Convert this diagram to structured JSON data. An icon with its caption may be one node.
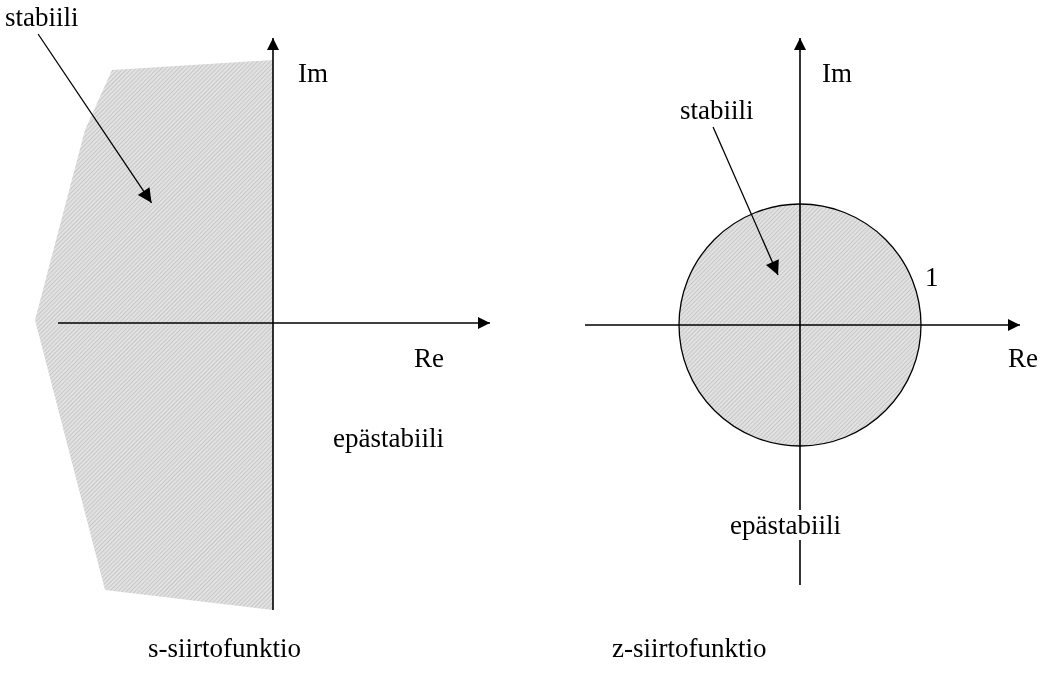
{
  "diagram": {
    "nodes": [
      {
        "text": [
          "stabiili"
        ]
      },
      {
        "text": [],
        "shape": "polygon"
      },
      {
        "text": [
          "stabiili"
        ]
      },
      {
        "text": [],
        "shape": "circle",
        "beside": [
          "1"
        ]
      }
    ],
    "edges": [
      {
        "from": 0,
        "to": 1,
        "arrow": "to"
      },
      {
        "from": 2,
        "to": 3,
        "arrow": "to"
      }
    ],
    "labels": [
      "Im",
      "Re",
      "epästabiili",
      "s-siirtofunktio",
      "Im",
      "Re",
      "epästabiili",
      "z-siirtofunktio"
    ]
  }
}
